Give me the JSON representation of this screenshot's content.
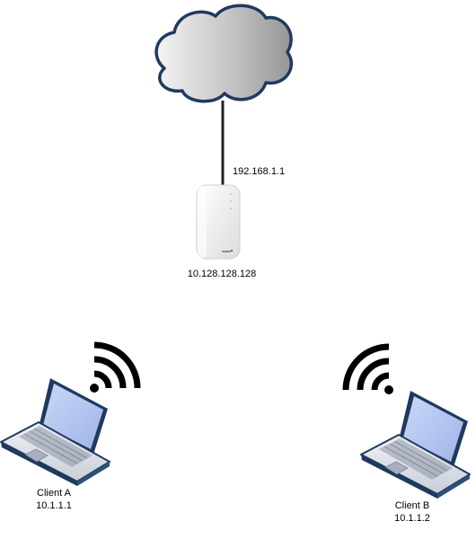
{
  "nodes": {
    "internet": {
      "icon": "cloud-icon"
    },
    "access_point": {
      "icon": "access-point-icon",
      "ip": "10.128.128.128",
      "uplink_ip": "192.168.1.1"
    },
    "client_a": {
      "icon": "laptop-icon",
      "name": "Client A",
      "ip": "10.1.1.1",
      "signal_icon": "wifi-signal-icon"
    },
    "client_b": {
      "icon": "laptop-icon",
      "name": "Client B",
      "ip": "10.1.1.2",
      "signal_icon": "wifi-signal-icon"
    }
  },
  "edges": [
    {
      "from": "internet",
      "to": "access_point",
      "type": "wired"
    }
  ],
  "colors": {
    "cloud_fill_light": "#f2f2f2",
    "cloud_fill_dark": "#9a9a9a",
    "outline": "#1f3a5f",
    "laptop_body": "#e4e8ef",
    "laptop_screen": "#b8c8f0",
    "signal": "#000000"
  }
}
